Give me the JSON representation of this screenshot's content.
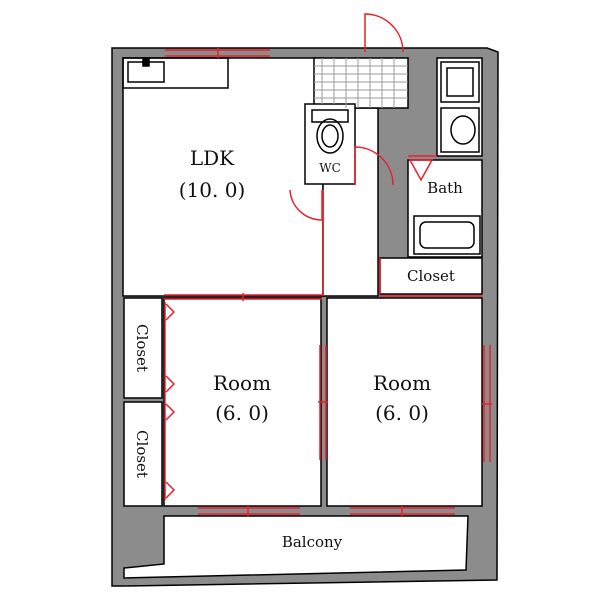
{
  "plan": {
    "ldk": {
      "name": "LDK",
      "size": "(10. 0)"
    },
    "wc": "WC",
    "bath": "Bath",
    "closet_right": "Closet",
    "closet_left_upper": "Closet",
    "closet_left_lower": "Closet",
    "room_left": {
      "name": "Room",
      "size": "(6. 0)"
    },
    "room_right": {
      "name": "Room",
      "size": "(6. 0)"
    },
    "balcony": "Balcony"
  },
  "colors": {
    "wall_fill": "#8c8c8c",
    "wall_line": "#000000",
    "opening": "#e8202a",
    "floor": "#ffffff",
    "text": "#111111"
  }
}
